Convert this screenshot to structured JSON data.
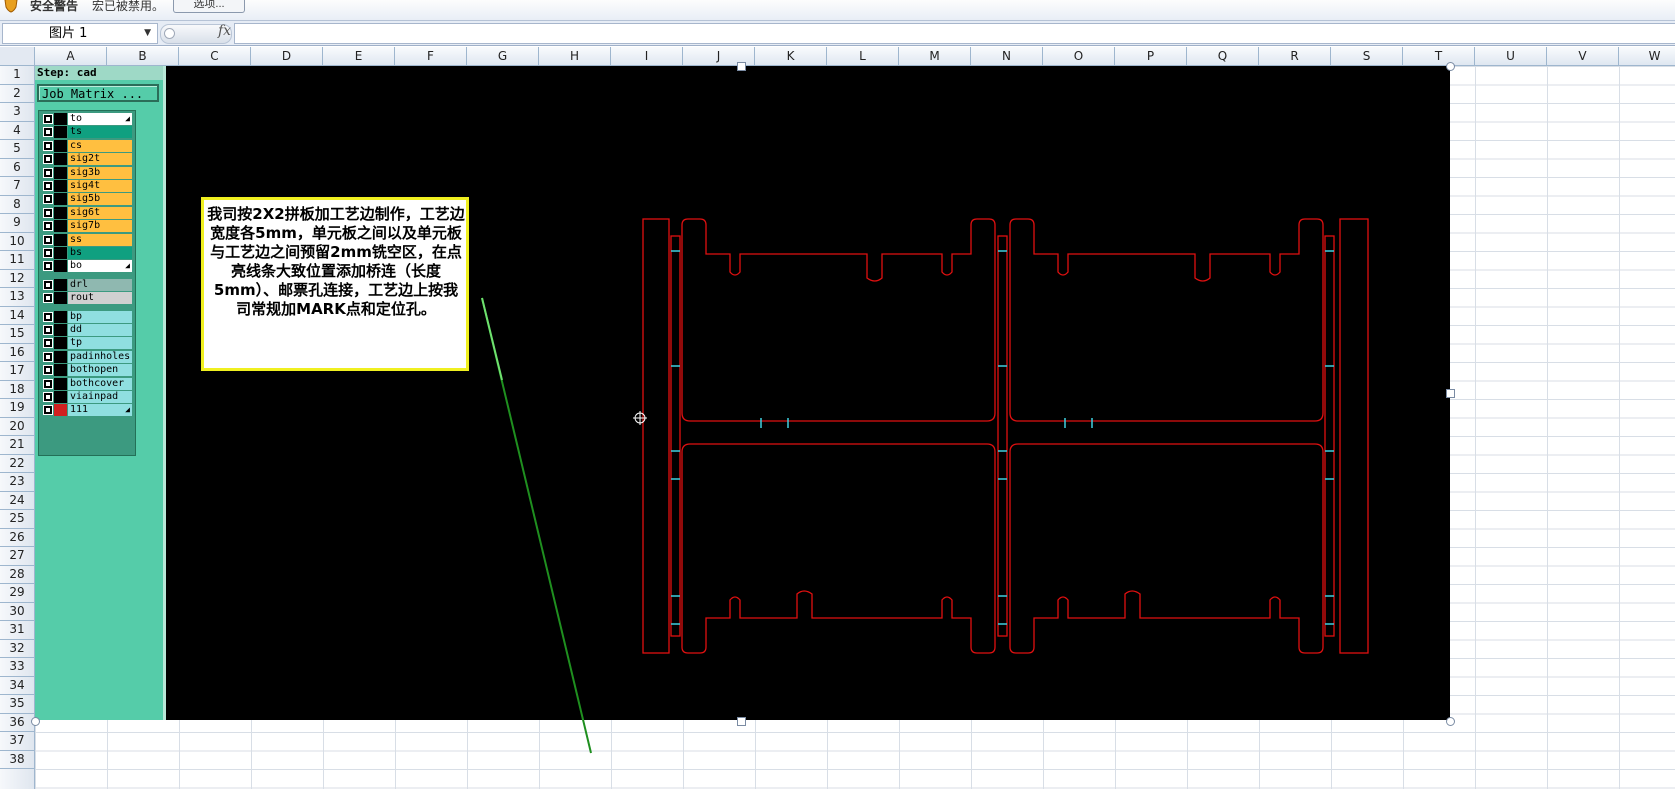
{
  "security_bar": {
    "title": "安全警告",
    "message": "宏已被禁用。",
    "options_button": "选项..."
  },
  "formula_bar": {
    "name_box": "图片 1",
    "fx": "fx",
    "formula": ""
  },
  "columns": [
    "A",
    "B",
    "C",
    "D",
    "E",
    "F",
    "G",
    "H",
    "I",
    "J",
    "K",
    "L",
    "M",
    "N",
    "O",
    "P",
    "Q",
    "R",
    "S",
    "T",
    "U",
    "V",
    "W"
  ],
  "rows": [
    "1",
    "2",
    "3",
    "4",
    "5",
    "6",
    "7",
    "8",
    "9",
    "10",
    "11",
    "12",
    "13",
    "14",
    "15",
    "16",
    "17",
    "18",
    "19",
    "20",
    "21",
    "22",
    "23",
    "24",
    "25",
    "26",
    "27",
    "28",
    "29",
    "30",
    "31",
    "32",
    "33",
    "34",
    "35",
    "36",
    "37",
    "38"
  ],
  "cad": {
    "step_label": "Step: cad",
    "job_matrix": "Job Matrix ...",
    "layers": [
      {
        "name": "to",
        "color": "#ffffff",
        "dropdown": true
      },
      {
        "name": "ts",
        "color": "#10a080"
      },
      {
        "name": "cs",
        "color": "#ffbf40"
      },
      {
        "name": "sig2t",
        "color": "#ffbf40"
      },
      {
        "name": "sig3b",
        "color": "#ffbf40"
      },
      {
        "name": "sig4t",
        "color": "#ffbf40"
      },
      {
        "name": "sig5b",
        "color": "#ffbf40"
      },
      {
        "name": "sig6t",
        "color": "#ffbf40"
      },
      {
        "name": "sig7b",
        "color": "#ffbf40"
      },
      {
        "name": "ss",
        "color": "#ffbf40"
      },
      {
        "name": "bs",
        "color": "#10a080"
      },
      {
        "name": "bo",
        "color": "#ffffff",
        "dropdown": true
      },
      {
        "name": "drl",
        "color": "#8fb8b0"
      },
      {
        "name": "rout",
        "color": "#d0d0d0"
      },
      {
        "name": "bp",
        "color": "#8fdfe0"
      },
      {
        "name": "dd",
        "color": "#8fdfe0"
      },
      {
        "name": "tp",
        "color": "#8fdfe0"
      },
      {
        "name": "padinholes",
        "color": "#8fdfe0"
      },
      {
        "name": "bothopen",
        "color": "#8fdfe0"
      },
      {
        "name": "bothcover",
        "color": "#8fdfe0"
      },
      {
        "name": "viainpad",
        "color": "#8fdfe0"
      },
      {
        "name": "111",
        "color": "#8fdfe0",
        "dropdown": true
      }
    ],
    "note_text": "我司按2X2拼板加工艺边制作，工艺边宽度各5mm，单元板之间以及单元板与工艺边之间预留2mm铣空区，在点亮线条大致位置添加桥连（长度5mm）、邮票孔连接，工艺边上按我司常规加MARK点和定位孔。",
    "colors": {
      "outline": "#e01010",
      "bridge": "#3fd0e0",
      "arrow": "#1f8f1f",
      "note_border": "#f0f020",
      "panel_bg": "#55cca9"
    }
  }
}
